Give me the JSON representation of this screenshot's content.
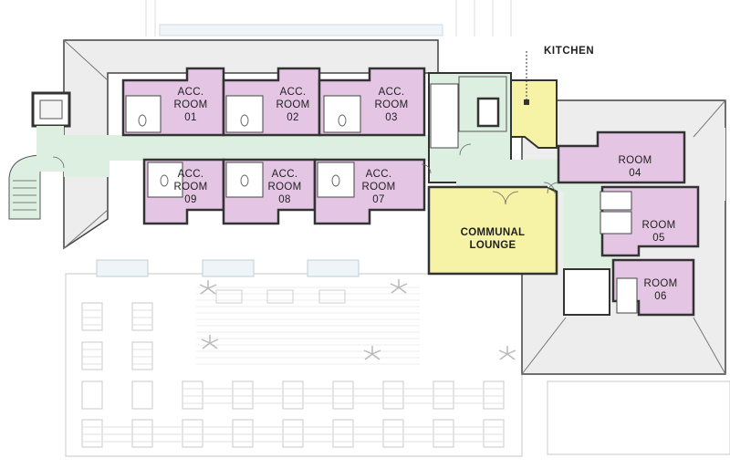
{
  "labels": {
    "kitchen": "KITCHEN",
    "lounge_line1": "COMMUNAL",
    "lounge_line2": "LOUNGE"
  },
  "rooms": [
    {
      "line1": "ACC.",
      "line2": "ROOM",
      "line3": "01"
    },
    {
      "line1": "ACC.",
      "line2": "ROOM",
      "line3": "02"
    },
    {
      "line1": "ACC.",
      "line2": "ROOM",
      "line3": "03"
    },
    {
      "line1": "ACC.",
      "line2": "ROOM",
      "line3": "09"
    },
    {
      "line1": "ACC.",
      "line2": "ROOM",
      "line3": "08"
    },
    {
      "line1": "ACC.",
      "line2": "ROOM",
      "line3": "07"
    },
    {
      "line1": "ROOM",
      "line2": "04"
    },
    {
      "line1": "ROOM",
      "line2": "05"
    },
    {
      "line1": "ROOM",
      "line2": "06"
    }
  ],
  "colors": {
    "bedroom": "#e4c6e4",
    "circulation": "#dcefe0",
    "lounge": "#f6f2a6",
    "kitchen": "#f6f2a6",
    "wall": "#3c3c3c",
    "roof": "#ededed"
  }
}
